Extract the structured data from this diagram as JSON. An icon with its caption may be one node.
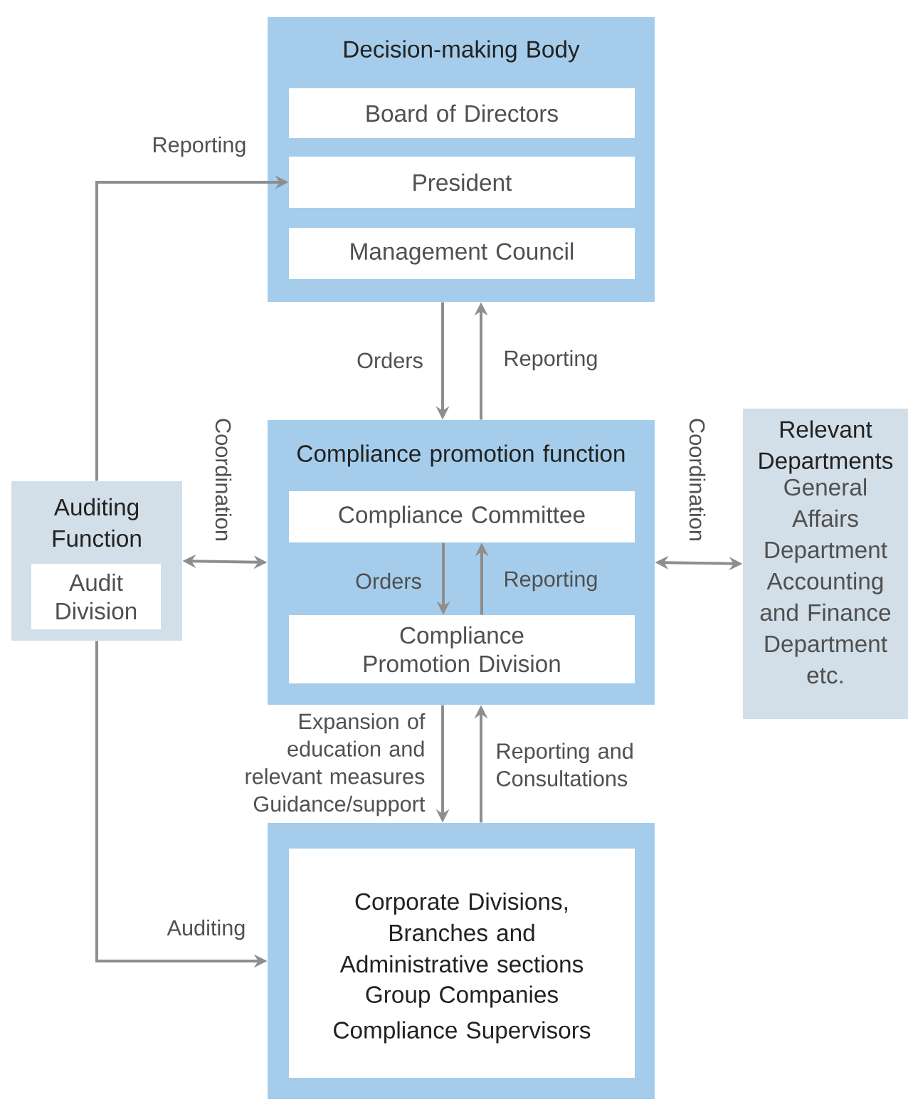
{
  "diagram": {
    "nodes": [
      {
        "text": [
          "Decision-making Body"
        ]
      },
      {
        "text": [
          "Board of Directors"
        ],
        "in": 0
      },
      {
        "text": [
          "President"
        ],
        "in": 0
      },
      {
        "text": [
          "Management Council"
        ],
        "in": 0
      },
      {
        "text": [
          "Compliance promotion function"
        ]
      },
      {
        "text": [
          "Compliance Committee"
        ],
        "in": 4
      },
      {
        "text": [
          "Compliance Promotion Division"
        ],
        "in": 4
      },
      {
        "text": [
          "Auditing Function"
        ]
      },
      {
        "text": [
          "Audit Division"
        ],
        "in": 7
      },
      {
        "text": [
          "Relevant Departments",
          "General Affairs Department Accounting and Finance Department etc."
        ]
      },
      {
        "text": [
          "Corporate Divisions, Branches and Administrative sections",
          "Group Companies",
          "Compliance Supervisors"
        ]
      }
    ],
    "edges": [
      {
        "from": 7,
        "to": 2,
        "arrow": "to",
        "label": "Reporting"
      },
      {
        "from": 0,
        "to": 4,
        "arrow": "to",
        "label": "Orders"
      },
      {
        "from": 4,
        "to": 0,
        "arrow": "to",
        "label": "Reporting"
      },
      {
        "from": 7,
        "to": 4,
        "arrow": "both",
        "label": "Coordination"
      },
      {
        "from": 4,
        "to": 9,
        "arrow": "both",
        "label": "Coordination"
      },
      {
        "from": 5,
        "to": 6,
        "arrow": "to",
        "label": "Orders"
      },
      {
        "from": 6,
        "to": 5,
        "arrow": "to",
        "label": "Reporting"
      },
      {
        "from": 4,
        "to": 10,
        "arrow": "to",
        "label": "Expansion of education and relevant measures Guidance/support"
      },
      {
        "from": 10,
        "to": 4,
        "arrow": "to",
        "label": "Reporting and Consultations"
      },
      {
        "from": 7,
        "to": 10,
        "arrow": "to",
        "label": "Auditing"
      }
    ]
  }
}
